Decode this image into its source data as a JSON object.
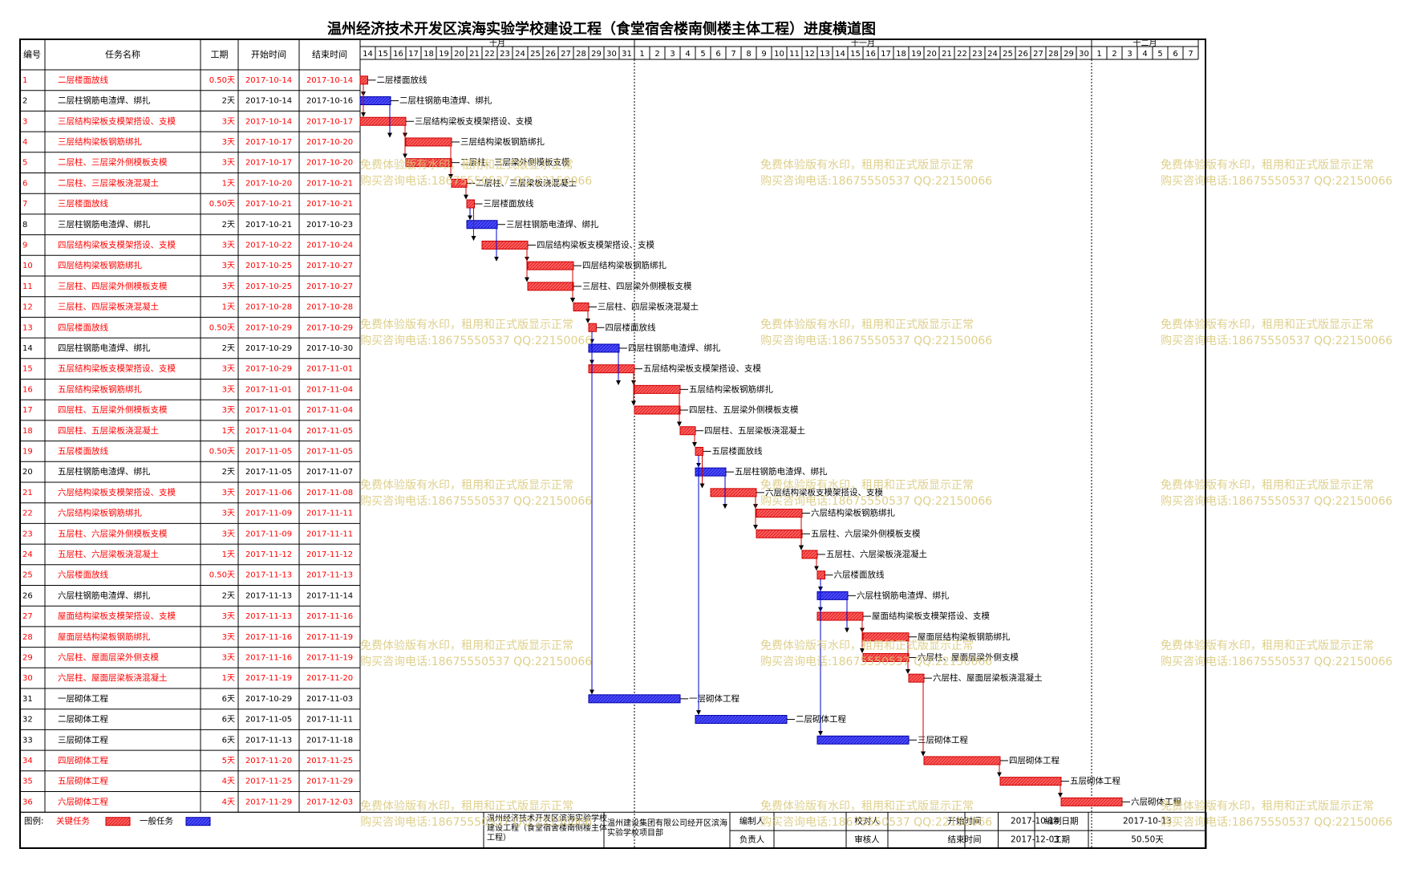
{
  "title": "温州经济技术开发区滨海实验学校建设工程（食堂宿舍楼南侧楼主体工程）进度横道图",
  "colors": {
    "critical": "#ff5a5a",
    "normal": "#4a4aff",
    "critical_text": "#ff0000",
    "normal_text": "#000000",
    "watermark": "#d9c878"
  },
  "chart_data": {
    "type": "gantt",
    "columns": [
      "编号",
      "任务名称",
      "工期",
      "开始时间",
      "结束时间"
    ],
    "months": [
      {
        "label": "十月",
        "days": [
          "14",
          "15",
          "16",
          "17",
          "18",
          "19",
          "20",
          "21",
          "22",
          "23",
          "24",
          "25",
          "26",
          "27",
          "28",
          "29",
          "30",
          "31"
        ]
      },
      {
        "label": "十一月",
        "days": [
          "1",
          "2",
          "3",
          "4",
          "5",
          "6",
          "7",
          "8",
          "9",
          "10",
          "11",
          "12",
          "13",
          "14",
          "15",
          "16",
          "17",
          "18",
          "19",
          "20",
          "21",
          "22",
          "23",
          "24",
          "25",
          "26",
          "27",
          "28",
          "29",
          "30"
        ]
      },
      {
        "label": "十二月",
        "days": [
          "1",
          "2",
          "3",
          "4",
          "5",
          "6",
          "7"
        ]
      }
    ],
    "tasks": [
      {
        "id": "1",
        "name": "二层楼面放线",
        "duration": "0.50天",
        "start": "2017-10-14",
        "end": "2017-10-14",
        "critical": true
      },
      {
        "id": "2",
        "name": "二层柱钢筋电渣焊、绑扎",
        "duration": "2天",
        "start": "2017-10-14",
        "end": "2017-10-16",
        "critical": false
      },
      {
        "id": "3",
        "name": "三层结构梁板支模架搭设、支模",
        "duration": "3天",
        "start": "2017-10-14",
        "end": "2017-10-17",
        "critical": true
      },
      {
        "id": "4",
        "name": "三层结构梁板钢筋绑扎",
        "duration": "3天",
        "start": "2017-10-17",
        "end": "2017-10-20",
        "critical": true
      },
      {
        "id": "5",
        "name": "二层柱、三层梁外侧模板支模",
        "duration": "3天",
        "start": "2017-10-17",
        "end": "2017-10-20",
        "critical": true
      },
      {
        "id": "6",
        "name": "二层柱、三层梁板浇混凝土",
        "duration": "1天",
        "start": "2017-10-20",
        "end": "2017-10-21",
        "critical": true
      },
      {
        "id": "7",
        "name": "三层楼面放线",
        "duration": "0.50天",
        "start": "2017-10-21",
        "end": "2017-10-21",
        "critical": true
      },
      {
        "id": "8",
        "name": "三层柱钢筋电渣焊、绑扎",
        "duration": "2天",
        "start": "2017-10-21",
        "end": "2017-10-23",
        "critical": false
      },
      {
        "id": "9",
        "name": "四层结构梁板支模架搭设、支模",
        "duration": "3天",
        "start": "2017-10-22",
        "end": "2017-10-24",
        "critical": true
      },
      {
        "id": "10",
        "name": "四层结构梁板钢筋绑扎",
        "duration": "3天",
        "start": "2017-10-25",
        "end": "2017-10-27",
        "critical": true
      },
      {
        "id": "11",
        "name": "三层柱、四层梁外侧模板支模",
        "duration": "3天",
        "start": "2017-10-25",
        "end": "2017-10-27",
        "critical": true
      },
      {
        "id": "12",
        "name": "三层柱、四层梁板浇混凝土",
        "duration": "1天",
        "start": "2017-10-28",
        "end": "2017-10-28",
        "critical": true
      },
      {
        "id": "13",
        "name": "四层楼面放线",
        "duration": "0.50天",
        "start": "2017-10-29",
        "end": "2017-10-29",
        "critical": true
      },
      {
        "id": "14",
        "name": "四层柱钢筋电渣焊、绑扎",
        "duration": "2天",
        "start": "2017-10-29",
        "end": "2017-10-30",
        "critical": false
      },
      {
        "id": "15",
        "name": "五层结构梁板支模架搭设、支模",
        "duration": "3天",
        "start": "2017-10-29",
        "end": "2017-11-01",
        "critical": true
      },
      {
        "id": "16",
        "name": "五层结构梁板钢筋绑扎",
        "duration": "3天",
        "start": "2017-11-01",
        "end": "2017-11-04",
        "critical": true
      },
      {
        "id": "17",
        "name": "四层柱、五层梁外侧模板支模",
        "duration": "3天",
        "start": "2017-11-01",
        "end": "2017-11-04",
        "critical": true
      },
      {
        "id": "18",
        "name": "四层柱、五层梁板浇混凝土",
        "duration": "1天",
        "start": "2017-11-04",
        "end": "2017-11-05",
        "critical": true
      },
      {
        "id": "19",
        "name": "五层楼面放线",
        "duration": "0.50天",
        "start": "2017-11-05",
        "end": "2017-11-05",
        "critical": true
      },
      {
        "id": "20",
        "name": "五层柱钢筋电渣焊、绑扎",
        "duration": "2天",
        "start": "2017-11-05",
        "end": "2017-11-07",
        "critical": false
      },
      {
        "id": "21",
        "name": "六层结构梁板支模架搭设、支模",
        "duration": "3天",
        "start": "2017-11-06",
        "end": "2017-11-08",
        "critical": true
      },
      {
        "id": "22",
        "name": "六层结构梁板钢筋绑扎",
        "duration": "3天",
        "start": "2017-11-09",
        "end": "2017-11-11",
        "critical": true
      },
      {
        "id": "23",
        "name": "五层柱、六层梁外侧模板支模",
        "duration": "3天",
        "start": "2017-11-09",
        "end": "2017-11-11",
        "critical": true
      },
      {
        "id": "24",
        "name": "五层柱、六层梁板浇混凝土",
        "duration": "1天",
        "start": "2017-11-12",
        "end": "2017-11-12",
        "critical": true
      },
      {
        "id": "25",
        "name": "六层楼面放线",
        "duration": "0.50天",
        "start": "2017-11-13",
        "end": "2017-11-13",
        "critical": true
      },
      {
        "id": "26",
        "name": "六层柱钢筋电渣焊、绑扎",
        "duration": "2天",
        "start": "2017-11-13",
        "end": "2017-11-14",
        "critical": false
      },
      {
        "id": "27",
        "name": "屋面结构梁板支模架搭设、支模",
        "duration": "3天",
        "start": "2017-11-13",
        "end": "2017-11-16",
        "critical": true
      },
      {
        "id": "28",
        "name": "屋面层结构梁板钢筋绑扎",
        "duration": "3天",
        "start": "2017-11-16",
        "end": "2017-11-19",
        "critical": true
      },
      {
        "id": "29",
        "name": "六层柱、屋面层梁外侧支模",
        "duration": "3天",
        "start": "2017-11-16",
        "end": "2017-11-19",
        "critical": true
      },
      {
        "id": "30",
        "name": "六层柱、屋面层梁板浇混凝土",
        "duration": "1天",
        "start": "2017-11-19",
        "end": "2017-11-20",
        "critical": true
      },
      {
        "id": "31",
        "name": "一层砌体工程",
        "duration": "6天",
        "start": "2017-10-29",
        "end": "2017-11-03",
        "critical": false
      },
      {
        "id": "32",
        "name": "二层砌体工程",
        "duration": "6天",
        "start": "2017-11-05",
        "end": "2017-11-11",
        "critical": false
      },
      {
        "id": "33",
        "name": "三层砌体工程",
        "duration": "6天",
        "start": "2017-11-13",
        "end": "2017-11-18",
        "critical": false
      },
      {
        "id": "34",
        "name": "四层砌体工程",
        "duration": "5天",
        "start": "2017-11-20",
        "end": "2017-11-25",
        "critical": true
      },
      {
        "id": "35",
        "name": "五层砌体工程",
        "duration": "4天",
        "start": "2017-11-25",
        "end": "2017-11-29",
        "critical": true
      },
      {
        "id": "36",
        "name": "六层砌体工程",
        "duration": "4天",
        "start": "2017-11-29",
        "end": "2017-12-03",
        "critical": true
      }
    ],
    "legend": {
      "label": "图例:",
      "critical": "关键任务",
      "normal": "一般任务"
    }
  },
  "footer": {
    "project": "温州经济技术开发区滨海实验学校建设工程（食堂宿舍楼南侧楼主体工程）",
    "company": "温州建设集团有限公司经开区滨海实验学校项目部",
    "prepared_by": "编制人",
    "responsible": "负责人",
    "checked_by": "校对人",
    "reviewed_by": "审核人",
    "start_label": "开始时间",
    "start_value": "2017-10-14",
    "end_label": "结束时间",
    "end_value": "2017-12-03",
    "date_label": "编制日期",
    "date_value": "2017-10-13",
    "duration_label": "工期",
    "duration_value": "50.50天"
  },
  "watermark": {
    "line1": "免费体验版有水印，租用和正式版显示正常",
    "line2": "购买咨询电话:18675550537 QQ:22150066"
  }
}
